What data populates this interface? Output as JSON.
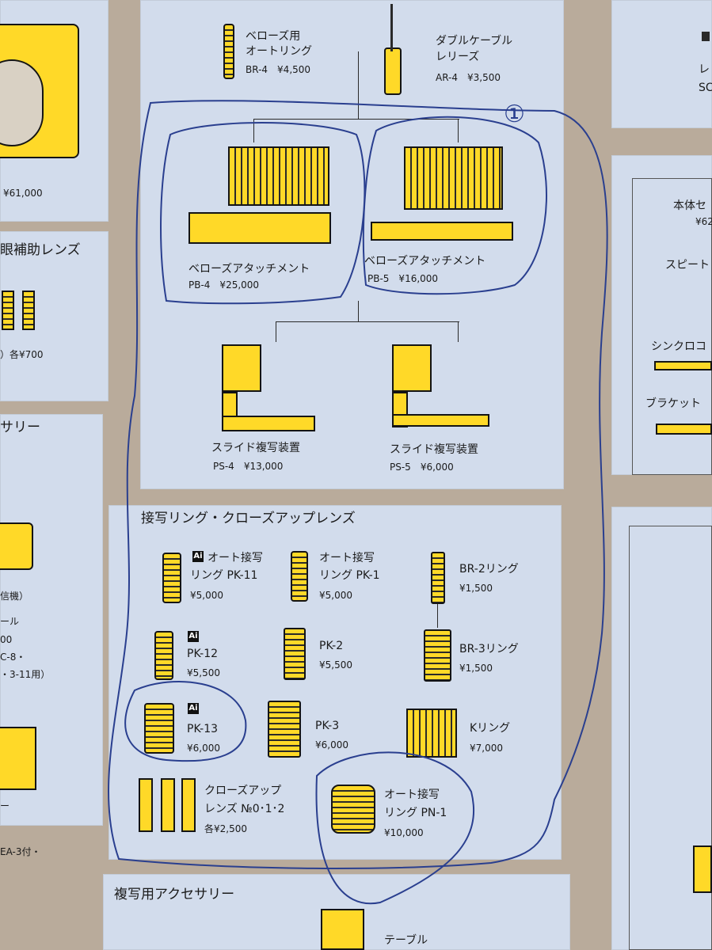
{
  "left_col": {
    "camera_price": "¥61,000",
    "lens_heading": "眼補助レンズ",
    "lens_price": "）各¥700",
    "acc_heading": "サリー",
    "frag1": "信機）",
    "frag2": "ール",
    "frag3": "00",
    "frag4": "C-8・",
    "frag5": "・3-11用）",
    "frag6": "ー",
    "frag7": "EA-3付・"
  },
  "top": {
    "br4_name1": "ベローズ用",
    "br4_name2": "オートリング",
    "br4_price": "BR-4　¥4,500",
    "ar4_name1": "ダブルケーブル",
    "ar4_name2": "レリーズ",
    "ar4_price": "AR-4　¥3,500",
    "pb4_name": "ベローズアタッチメント",
    "pb4_price": "PB-4　¥25,000",
    "pb5_name": "ベローズアタッチメント",
    "pb5_price": "PB-5　¥16,000",
    "ps4_name": "スライド複写装置",
    "ps4_price": "PS-4　¥13,000",
    "ps5_name": "スライド複写装置",
    "ps5_price": "PS-5　¥6,000"
  },
  "closeup": {
    "heading": "接写リング・クローズアップレンズ",
    "ai_mark": "Ai",
    "pk11_l1": "オート接写",
    "pk11_l2": "リング PK-11",
    "pk11_price": "¥5,000",
    "pk1_l1": "オート接写",
    "pk1_l2": "リング PK-1",
    "pk1_price": "¥5,000",
    "br2_l1": "BR-2リング",
    "br2_price": "¥1,500",
    "pk12_l1": "PK-12",
    "pk12_price": "¥5,500",
    "pk2_l1": "PK-2",
    "pk2_price": "¥5,500",
    "br3_l1": "BR-3リング",
    "br3_price": "¥1,500",
    "pk13_l1": "PK-13",
    "pk13_price": "¥6,000",
    "pk3_l1": "PK-3",
    "pk3_price": "¥6,000",
    "k_l1": "Kリング",
    "k_price": "¥7,000",
    "cl_l1": "クローズアップ",
    "cl_l2": "レンズ №0･1･2",
    "cl_price": "各¥2,500",
    "pn1_l1": "オート接写",
    "pn1_l2": "リング PN-1",
    "pn1_price": "¥10,000"
  },
  "copy": {
    "heading": "複写用アクセサリー",
    "table_label": "テーブル"
  },
  "right_col": {
    "frag1": "レ",
    "frag2": "SC",
    "body_heading": "本体セ",
    "body_price": "¥62",
    "speed": "スピート",
    "sync": "シンクロコ",
    "bracket": "ブラケット"
  },
  "annotation": {
    "mark": "①"
  },
  "colors": {
    "panel": "#d2dcec",
    "accent_yellow": "#ffd928",
    "background": "#b9ab9b",
    "pen_ink": "#2a3f8f"
  }
}
